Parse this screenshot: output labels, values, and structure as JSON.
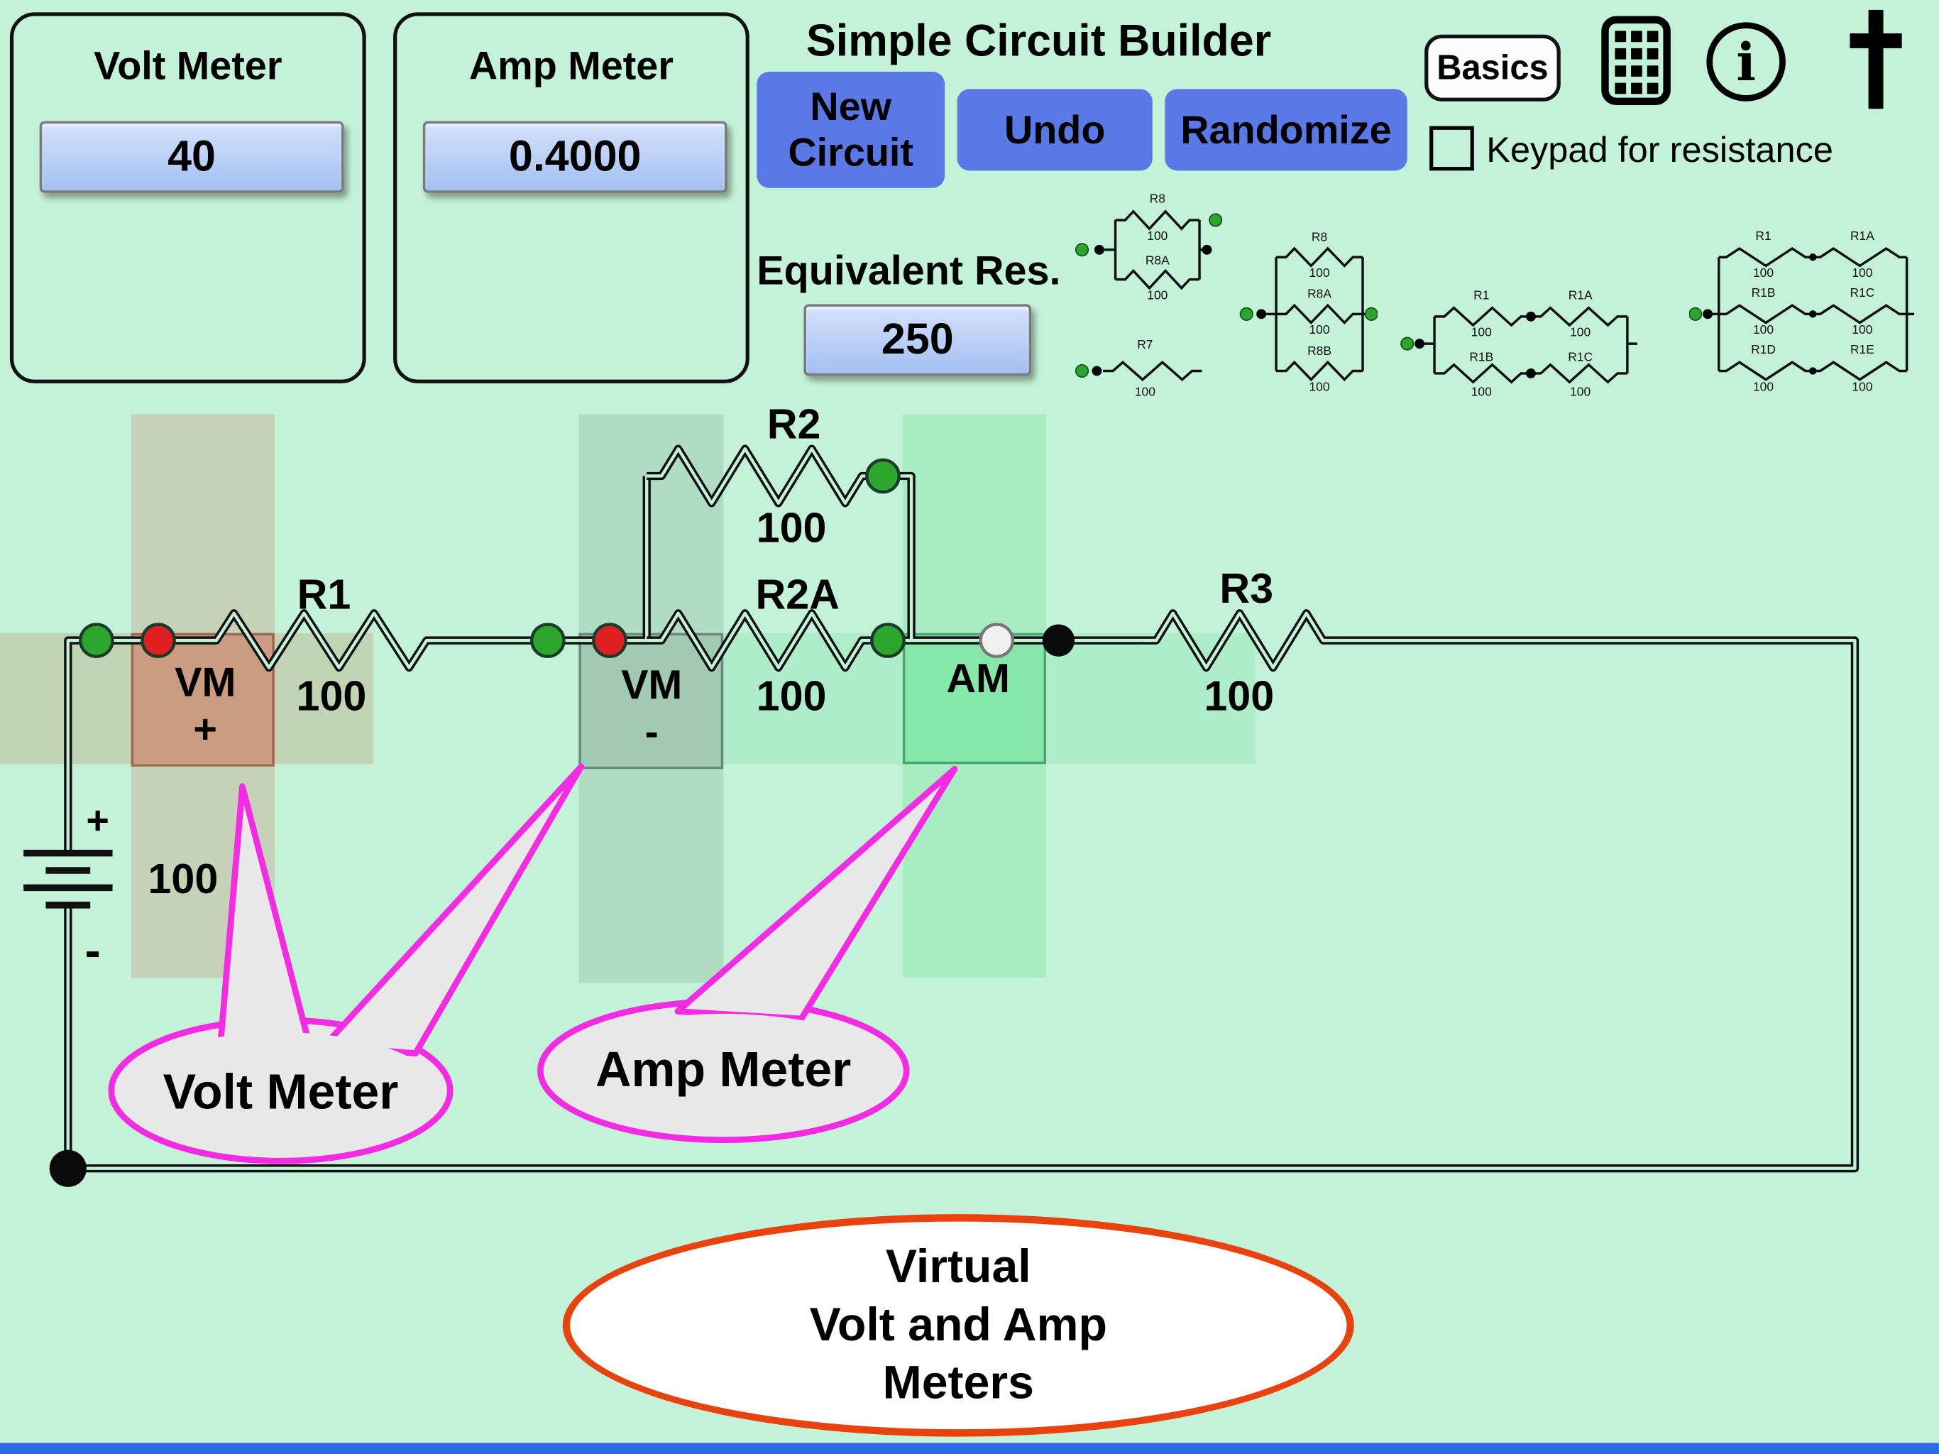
{
  "colors": {
    "background": "#c4f2d8",
    "button_blue": "#5b79e6",
    "value_box_blue": "#a2c0f2",
    "node_green": "#2ca62c",
    "node_red": "#e02020",
    "callout_magenta": "#f32ce4",
    "banner_orange": "#e8430e",
    "bottom_strip_blue": "#2b6be6"
  },
  "icons": {
    "calculator": "keypad-calculator-icon",
    "info": "info-icon",
    "cross": "cross-icon"
  },
  "header": {
    "title": "Simple Circuit Builder"
  },
  "meters": {
    "volt": {
      "title": "Volt Meter",
      "value": "40"
    },
    "amp": {
      "title": "Amp Meter",
      "value": "0.4000"
    }
  },
  "toolbar": {
    "new_circuit": "New Circuit",
    "undo": "Undo",
    "randomize": "Randomize",
    "basics": "Basics",
    "keypad_label": "Keypad for resistance"
  },
  "equivalent": {
    "label": "Equivalent Res.",
    "value": "250"
  },
  "thumbnails": [
    {
      "resistors": [
        {
          "name": "R8",
          "value": "100"
        },
        {
          "name": "R8A",
          "value": "100"
        }
      ]
    },
    {
      "resistors": [
        {
          "name": "R8",
          "value": "100"
        },
        {
          "name": "R8A",
          "value": "100"
        },
        {
          "name": "R8B",
          "value": "100"
        }
      ]
    },
    {
      "resistors": [
        {
          "name": "R7",
          "value": "100"
        }
      ]
    },
    {
      "resistors": [
        {
          "name": "R1",
          "value": "100"
        },
        {
          "name": "R1A",
          "value": "100"
        },
        {
          "name": "R1B",
          "value": "100"
        },
        {
          "name": "R1C",
          "value": "100"
        }
      ]
    },
    {
      "resistors": [
        {
          "name": "R1",
          "value": "100"
        },
        {
          "name": "R1A",
          "value": "100"
        },
        {
          "name": "R1B",
          "value": "100"
        },
        {
          "name": "R1C",
          "value": "100"
        },
        {
          "name": "R1D",
          "value": "100"
        },
        {
          "name": "R1E",
          "value": "100"
        }
      ]
    }
  ],
  "circuit": {
    "battery": {
      "plus": "+",
      "minus": "-",
      "value": "100"
    },
    "r1": {
      "name": "R1",
      "value": "100"
    },
    "r2": {
      "name": "R2",
      "value": "100"
    },
    "r2a": {
      "name": "R2A",
      "value": "100"
    },
    "r3": {
      "name": "R3",
      "value": "100"
    },
    "vm_plus": {
      "l1": "VM",
      "l2": "+"
    },
    "vm_minus": {
      "l1": "VM",
      "l2": "-"
    },
    "am": "AM"
  },
  "callouts": {
    "volt": "Volt Meter",
    "amp": "Amp Meter"
  },
  "banner": {
    "l1": "Virtual",
    "l2": "Volt and Amp",
    "l3": "Meters"
  }
}
